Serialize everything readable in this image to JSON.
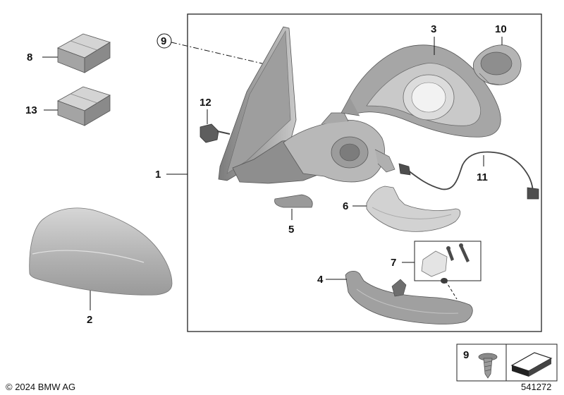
{
  "callouts": {
    "n1": "1",
    "n2": "2",
    "n3": "3",
    "n4": "4",
    "n5": "5",
    "n6": "6",
    "n7": "7",
    "n8": "8",
    "n9": "9",
    "n10": "10",
    "n11": "11",
    "n12": "12",
    "n13": "13"
  },
  "legend": {
    "fastener_number": "9"
  },
  "footer": {
    "copyright": "© 2024 BMW AG",
    "diagram_number": "541272"
  }
}
